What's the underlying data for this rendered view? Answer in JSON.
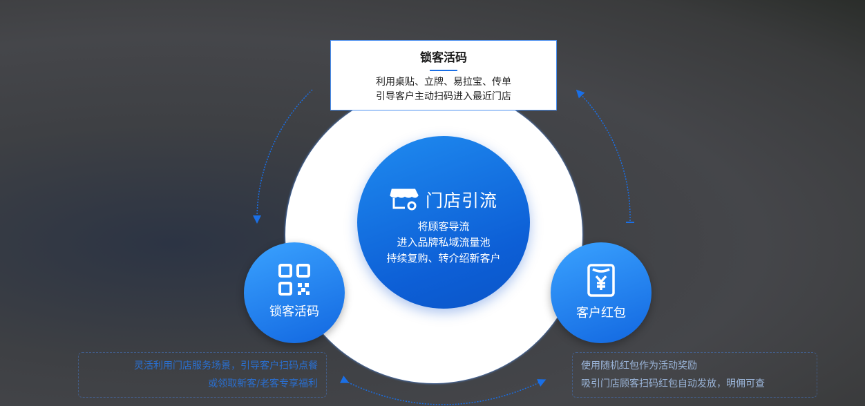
{
  "top_box": {
    "title": "锁客活码",
    "lines": [
      "利用桌贴、立牌、易拉宝、传单",
      "引导客户主动扫码进入最近门店"
    ]
  },
  "center": {
    "title": "门店引流",
    "icon": "storefront-gear-icon",
    "lines": [
      "将顾客导流",
      "进入品牌私域流量池",
      "持续复购、转介绍新客户"
    ]
  },
  "left_node": {
    "label": "锁客活码",
    "icon": "qr-code-icon"
  },
  "right_node": {
    "label": "客户红包",
    "icon": "red-envelope-yen-icon"
  },
  "left_note": {
    "lines": [
      "灵活利用门店服务场景，引导客户扫码点餐",
      "或领取新客/老客专享福利"
    ]
  },
  "right_note": {
    "lines": [
      "使用随机红包作为活动奖励",
      "吸引门店顾客扫码红包自动发放，明佣可查"
    ]
  },
  "colors": {
    "accent": "#1a6fe6",
    "note_left": "#2a6fd0",
    "note_right": "#9ab4d8"
  }
}
